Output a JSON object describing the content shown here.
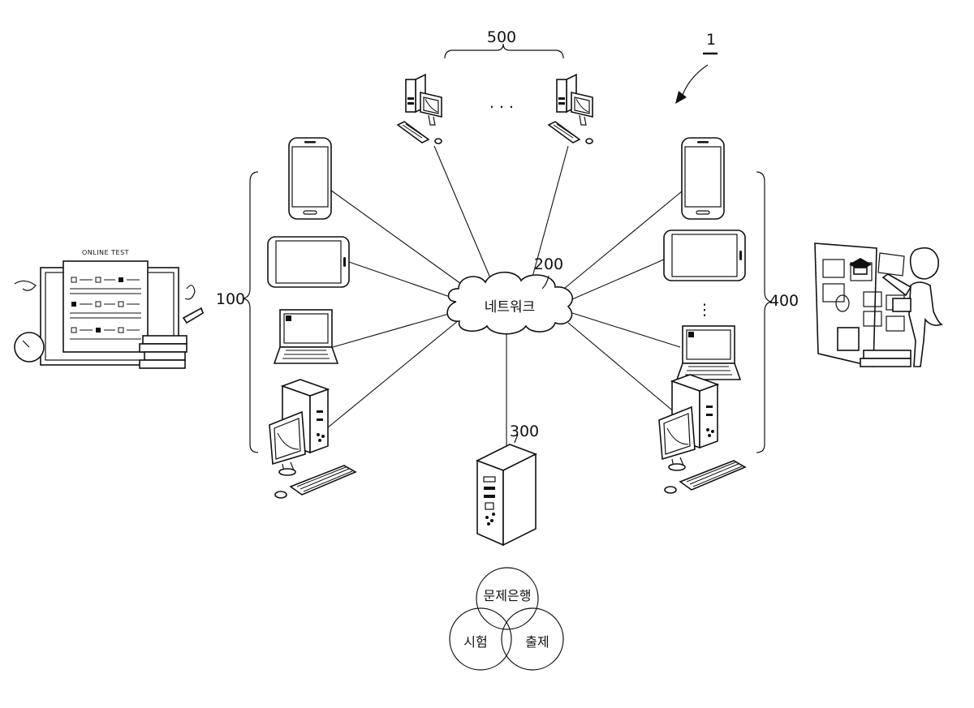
{
  "labels": {
    "system": "1",
    "learners_group": "100",
    "network_ref": "200",
    "server_ref": "300",
    "instructors_group": "400",
    "admins_group": "500"
  },
  "network_label": "네트워크",
  "online_test_label": "ONLINE TEST",
  "ellipsis_horizontal": ". . .",
  "ellipsis_vertical": "⋮",
  "venn": {
    "top": "문제은행",
    "left": "시험",
    "right": "출제"
  }
}
